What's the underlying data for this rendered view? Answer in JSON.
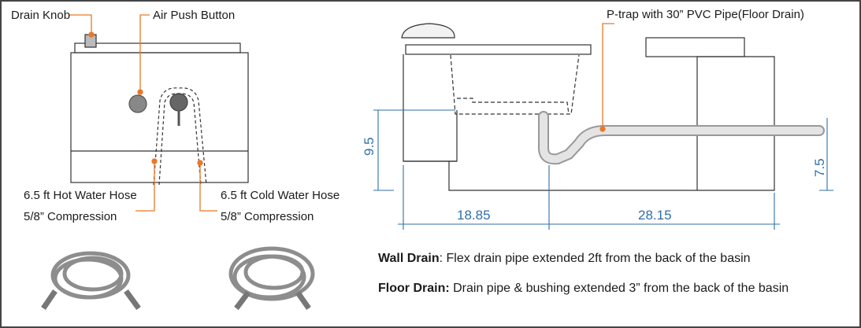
{
  "colors": {
    "callout_line": "#e8792a",
    "dimension": "#2e6fa9",
    "outline": "#333333",
    "frame": "#444444"
  },
  "left_view": {
    "callouts": {
      "drain_knob": "Drain Knob",
      "air_push_button": "Air Push Button",
      "hot_hose_line1": "6.5 ft Hot Water Hose",
      "hot_hose_line2": "5/8” Compression",
      "cold_hose_line1": "6.5 ft Cold Water Hose",
      "cold_hose_line2": "5/8” Compression"
    }
  },
  "right_view": {
    "callouts": {
      "ptrap": "P-trap with 30” PVC Pipe(Floor Drain)"
    },
    "dimensions": {
      "left_height": "9.5",
      "right_height": "7.5",
      "width_left": "18.85",
      "width_right": "28.15"
    }
  },
  "notes": {
    "wall_label": "Wall Drain",
    "wall_text": ": Flex drain pipe extended 2ft from the back of the basin",
    "floor_label": "Floor Drain:",
    "floor_text": " Drain pipe & bushing extended 3” from the back of the basin"
  }
}
